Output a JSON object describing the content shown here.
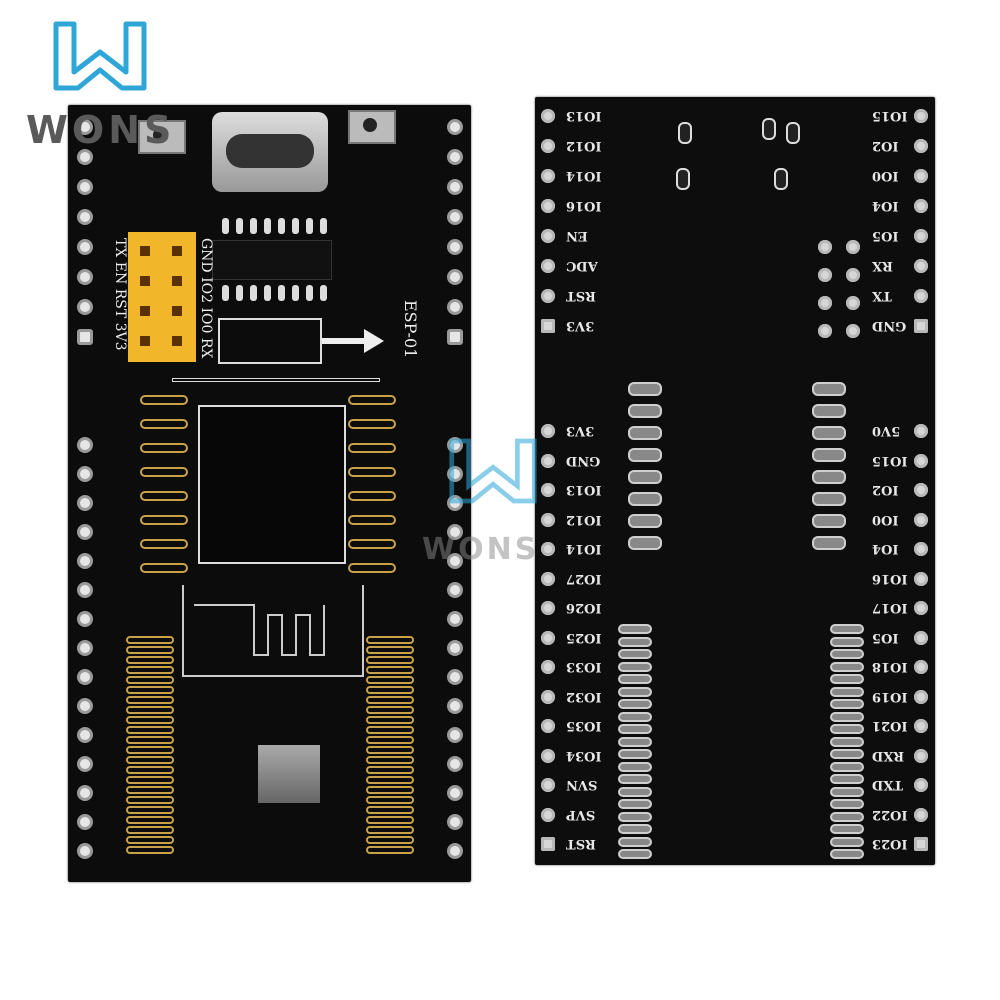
{
  "brand": {
    "name": "WONS",
    "color": "#2ea7d8"
  },
  "front_board": {
    "label_module": "ESP-01",
    "header_labels": [
      "GND",
      "IO2",
      "IO0",
      "RX",
      "TX",
      "EN",
      "RST",
      "3V3"
    ],
    "header_color": "#f2b62a"
  },
  "back_board": {
    "top_left_pins": [
      "IO13",
      "IO12",
      "IO14",
      "IO16",
      "EN",
      "ADC",
      "RST",
      "3V3"
    ],
    "top_right_pins": [
      "IO15",
      "IO2",
      "IO0",
      "IO4",
      "IO5",
      "RX",
      "TX",
      "GND"
    ],
    "bottom_left_pins": [
      "3V3",
      "GND",
      "IO13",
      "IO12",
      "IO14",
      "IO27",
      "IO26",
      "IO25",
      "IO33",
      "IO32",
      "IO35",
      "IO34",
      "SVN",
      "SVP",
      "RST"
    ],
    "bottom_right_pins": [
      "5V0",
      "IO15",
      "IO2",
      "IO0",
      "IO4",
      "IO16",
      "IO17",
      "IO5",
      "IO18",
      "IO19",
      "IO21",
      "RXD",
      "TXD",
      "IO22",
      "IO23"
    ]
  }
}
